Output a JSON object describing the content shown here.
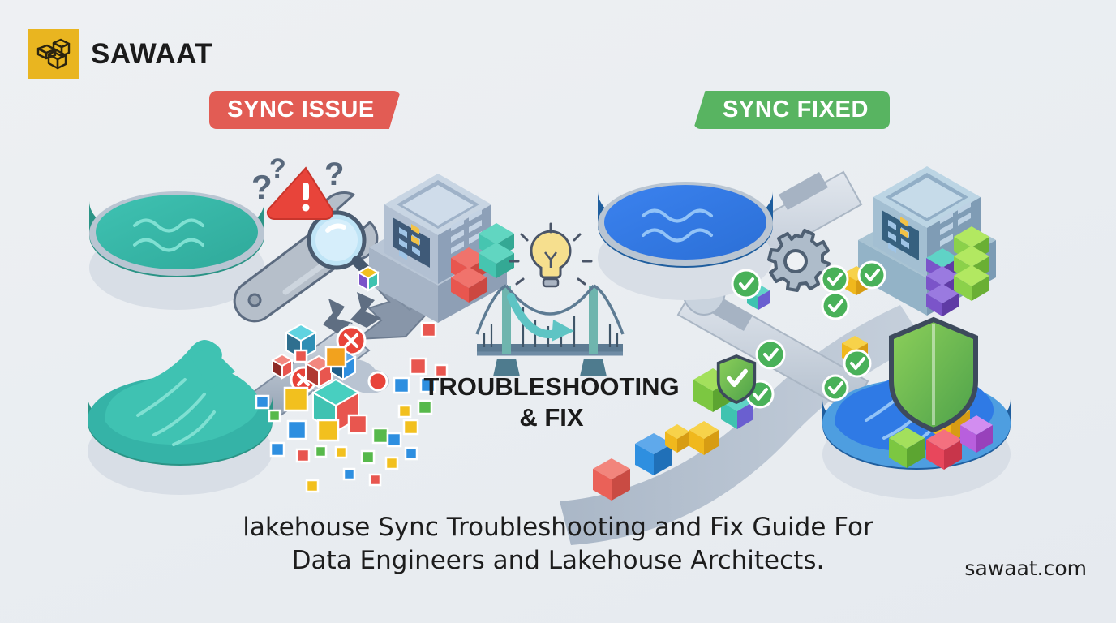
{
  "brand": {
    "name": "SAWAAT",
    "logo_icon": "stacked-boxes-icon",
    "logo_bg": "#e9b520"
  },
  "badges": {
    "left": {
      "label": "SYNC ISSUE",
      "color": "#e25c54"
    },
    "right": {
      "label": "SYNC FIXED",
      "color": "#58b461"
    }
  },
  "center": {
    "title_line1": "TROUBLESHOOTING",
    "title_line2": "& FIX",
    "icons": [
      "lightbulb-icon",
      "bridge-icon",
      "arrow-icon"
    ]
  },
  "caption": {
    "line1": "lakehouse Sync Troubleshooting and Fix Guide For",
    "line2": "Data Engineers and Lakehouse Architects."
  },
  "website": "sawaat.com",
  "scene": {
    "background": "#eceff3",
    "left_panel": {
      "state": "broken",
      "lake_top_color": "#35b3a7",
      "lake_bottom_color": "#2aa292",
      "pipe_color": "#9aa7b8",
      "icons": [
        "data-lake-top-icon",
        "data-lake-bottom-icon",
        "broken-pipe-icon",
        "wrench-icon",
        "magnifier-icon",
        "warning-triangle-icon",
        "question-mark-icon",
        "cloud-icon",
        "error-x-icon",
        "server-building-icon",
        "scattered-data-cubes"
      ],
      "server_cube_colors": [
        "#e8564f",
        "#46c5b0"
      ]
    },
    "right_panel": {
      "state": "fixed",
      "lake_top_color": "#2f7ae5",
      "lake_bottom_color": "#2f74cf",
      "pipe_color": "#c3ccd8",
      "icons": [
        "data-lake-top-icon",
        "data-lake-bottom-icon",
        "intact-pipe-icon",
        "gear-icon",
        "check-circle-icon",
        "shield-check-icon",
        "server-building-icon",
        "ordered-data-cubes"
      ],
      "server_cube_colors": [
        "#8bd14a",
        "#7b54c9",
        "#3fc3b0"
      ],
      "flow_cube_colors": [
        "#ea6158",
        "#2e8fe0",
        "#f2c01e",
        "#8bd14a",
        "#3fc3b0",
        "#7b54c9"
      ]
    }
  }
}
